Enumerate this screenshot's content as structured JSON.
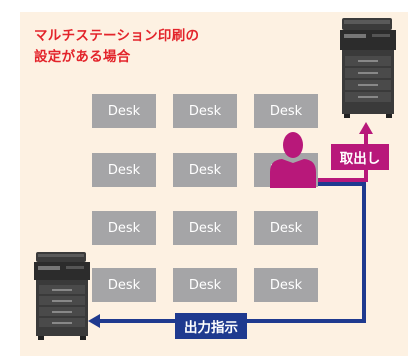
{
  "title_lines": [
    "マルチステーション印刷の",
    "設定がある場合"
  ],
  "desks": [
    [
      "Desk",
      "Desk",
      "Desk"
    ],
    [
      "Desk",
      "Desk",
      "Desk"
    ],
    [
      "Desk",
      "Desk",
      "Desk"
    ],
    [
      "Desk",
      "Desk",
      "Desk"
    ]
  ],
  "pickup_label": "取出し",
  "print_label": "出力指示",
  "colors": {
    "background": "#fdf1e2",
    "title": "#e3242b",
    "desk": "#a5a5a7",
    "pickup_path": "#b8187a",
    "print_path": "#1f3a8f",
    "person": "#b8187a"
  }
}
